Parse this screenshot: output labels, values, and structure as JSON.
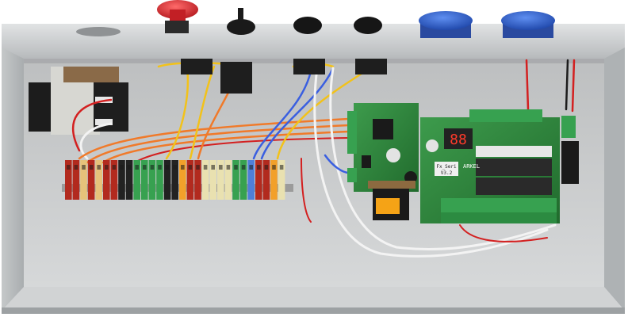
{
  "photo": {
    "subject": "",
    "labels": {
      "board_brand": "ARKEL",
      "board_model_line1": "Fx_Seri",
      "board_model_line2": "V3.2",
      "display_digits": "88"
    }
  },
  "colors": {
    "cabinet_grey": "#c9cbcc",
    "cabinet_dark": "#9fa3a5",
    "pcb_green": "#2f8a3c",
    "terminal_green": "#37a150",
    "estop_red": "#d8262c",
    "socket_blue": "#2b5fc6",
    "wire_orange": "#f07a2a",
    "wire_yellow": "#f2c21a",
    "wire_blue": "#3a5fe0",
    "wire_red": "#d32020",
    "wire_white": "#f3f3f3"
  },
  "components": {
    "top_controls": [
      "emergency-stop-button",
      "selector-switch",
      "pushbutton",
      "pushbutton",
      "blue-socket",
      "blue-socket"
    ],
    "terminal_colors": [
      "#b22a1e",
      "#b22a1e",
      "#e6c27a",
      "#b22a1e",
      "#e6c27a",
      "#b22a1e",
      "#b22a1e",
      "#222222",
      "#222222",
      "#37a150",
      "#37a150",
      "#37a150",
      "#37a150",
      "#222222",
      "#222222",
      "#f2a02a",
      "#b22a1e",
      "#b22a1e",
      "#e9e1b0",
      "#e9e1b0",
      "#e9e1b0",
      "#e9e1b0",
      "#37a150",
      "#37a150",
      "#4f7fd8",
      "#b22a1e",
      "#b22a1e",
      "#f2a02a",
      "#e9e1b0"
    ]
  }
}
